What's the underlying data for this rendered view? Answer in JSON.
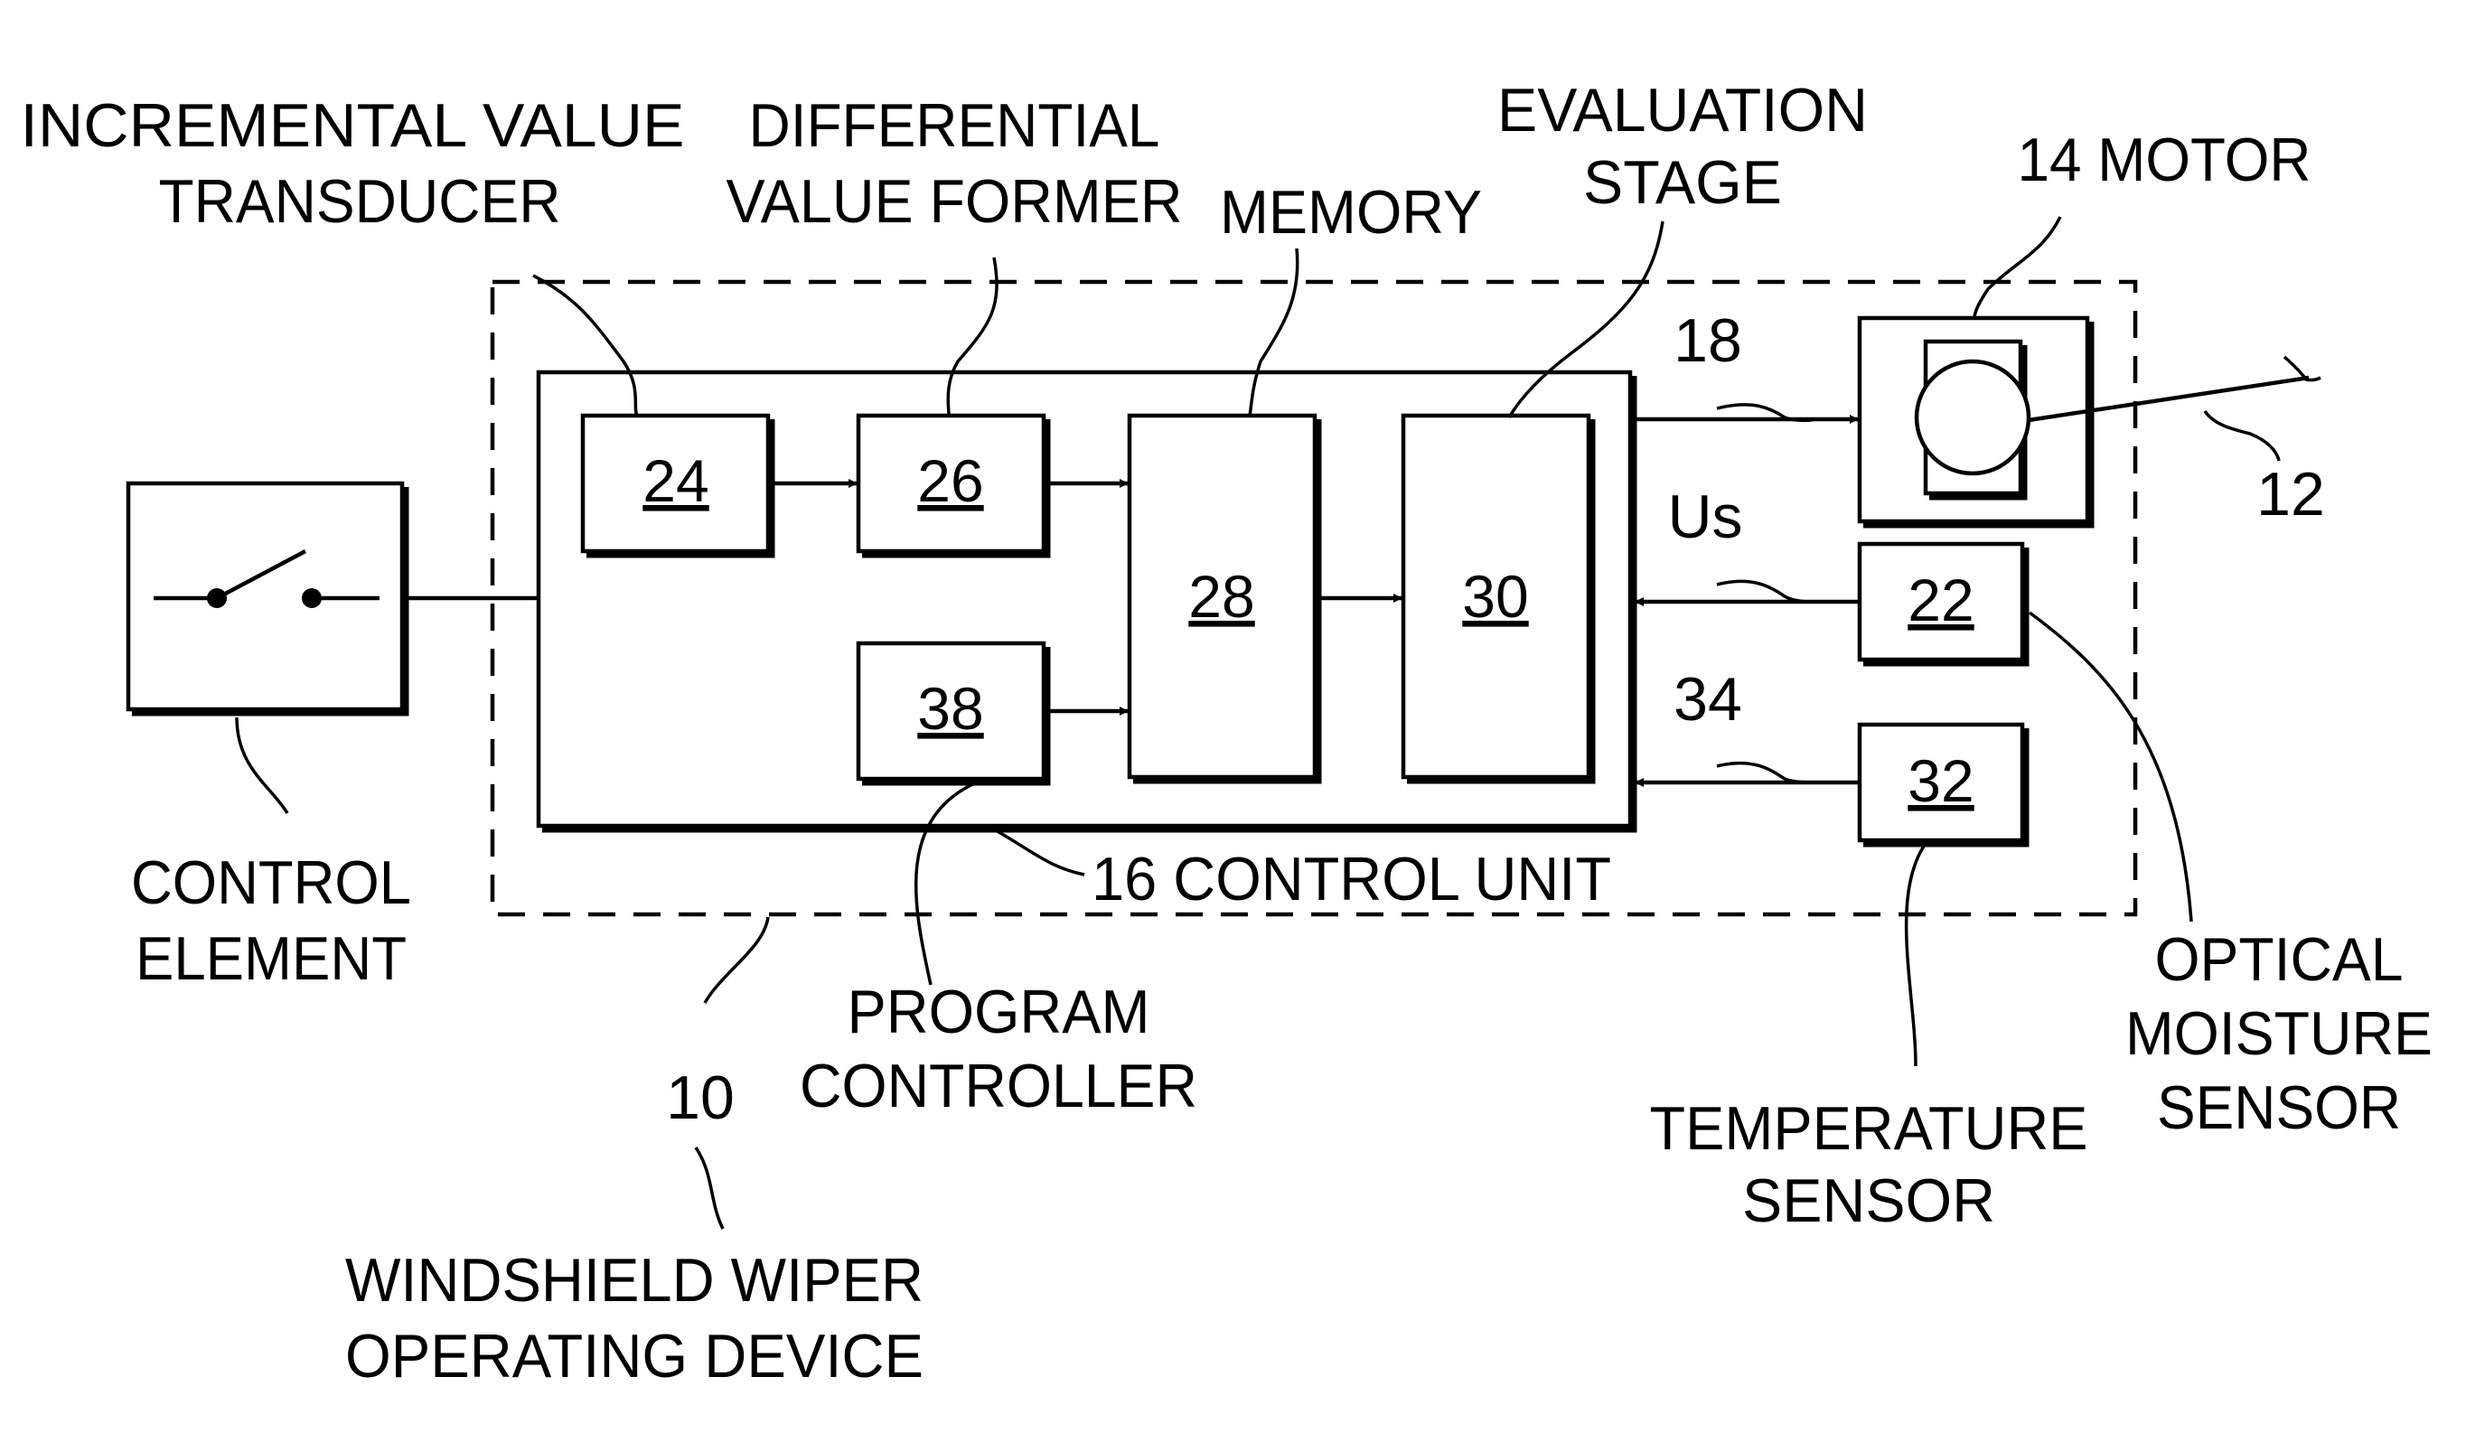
{
  "labels": {
    "incremental_line1": "INCREMENTAL VALUE",
    "incremental_line2": "TRANSDUCER",
    "differential_line1": "DIFFERENTIAL",
    "differential_line2": "VALUE FORMER",
    "memory": "MEMORY",
    "evaluation_line1": "EVALUATION",
    "evaluation_line2": "STAGE",
    "motor": "14 MOTOR",
    "control_element_line1": "CONTROL",
    "control_element_line2": "ELEMENT",
    "control_unit": "16 CONTROL UNIT",
    "program_line1": "PROGRAM",
    "program_line2": "CONTROLLER",
    "windshield_line1": "WINDSHIELD WIPER",
    "windshield_line2": "OPERATING DEVICE",
    "temperature_line1": "TEMPERATURE",
    "temperature_line2": "SENSOR",
    "optical_line1": "OPTICAL",
    "optical_line2": "MOISTURE",
    "optical_line3": "SENSOR"
  },
  "refs": {
    "r10": "10",
    "r12": "12",
    "r18": "18",
    "r34": "34",
    "us": "Us"
  },
  "blocks": {
    "b24": "24",
    "b26": "26",
    "b28": "28",
    "b30": "30",
    "b38": "38",
    "b22": "22",
    "b32": "32"
  }
}
